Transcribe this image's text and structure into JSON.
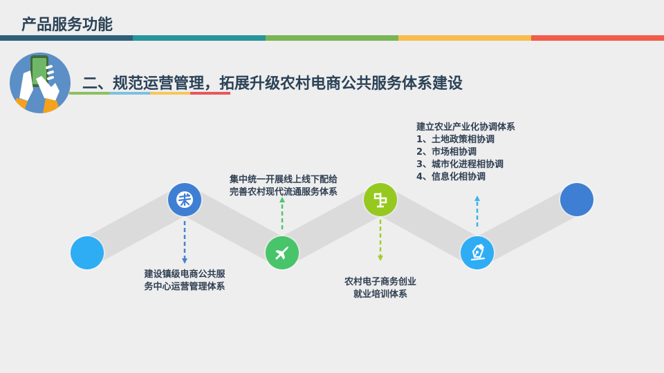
{
  "header": {
    "title": "产品服务功能",
    "color_bar": [
      "#2e5f78",
      "#27959b",
      "#7ab555",
      "#f9bd4d",
      "#f25c4b"
    ]
  },
  "section": {
    "title": "二、规范运营管理，拓展升级农村电商公共服务体系建设",
    "underline_colors": [
      "#8cc15e",
      "#7fc0e0",
      "#f7c75a",
      "#e9575b"
    ],
    "badge_icon": "hand-holding-phone-icon"
  },
  "diagram": {
    "band_color": "#d9d9d9",
    "nodes": [
      {
        "id": "start",
        "icon": "none",
        "color": "#2eadf5"
      },
      {
        "id": "node1",
        "icon": "tea-leaf-icon",
        "color": "#3e7fd3"
      },
      {
        "id": "node2",
        "icon": "airplane-icon",
        "color": "#48c46a"
      },
      {
        "id": "node3",
        "icon": "signpost-icon",
        "color": "#96c91f"
      },
      {
        "id": "node4",
        "icon": "pen-nib-icon",
        "color": "#2eadf5"
      },
      {
        "id": "end",
        "icon": "none",
        "color": "#3e7fd3"
      }
    ],
    "labels": {
      "node1": [
        "建设镇级电商公共服",
        "务中心运营管理体系"
      ],
      "node2": [
        "集中统一开展线上线下配给",
        "完善农村现代流通服务体系"
      ],
      "node3": [
        "农村电子商务创业",
        "就业培训体系"
      ],
      "node4": [
        "建立农业产业化协调体系",
        "1、土地政策相协调",
        "2、市场相协调",
        "3、城市化进程相协调",
        "4、信息化相协调"
      ]
    },
    "arrow_colors": {
      "node1": "#4a7fcf",
      "node2": "#4ec46e",
      "node3": "#a5cc2a",
      "node4": "#35b5ea"
    }
  }
}
